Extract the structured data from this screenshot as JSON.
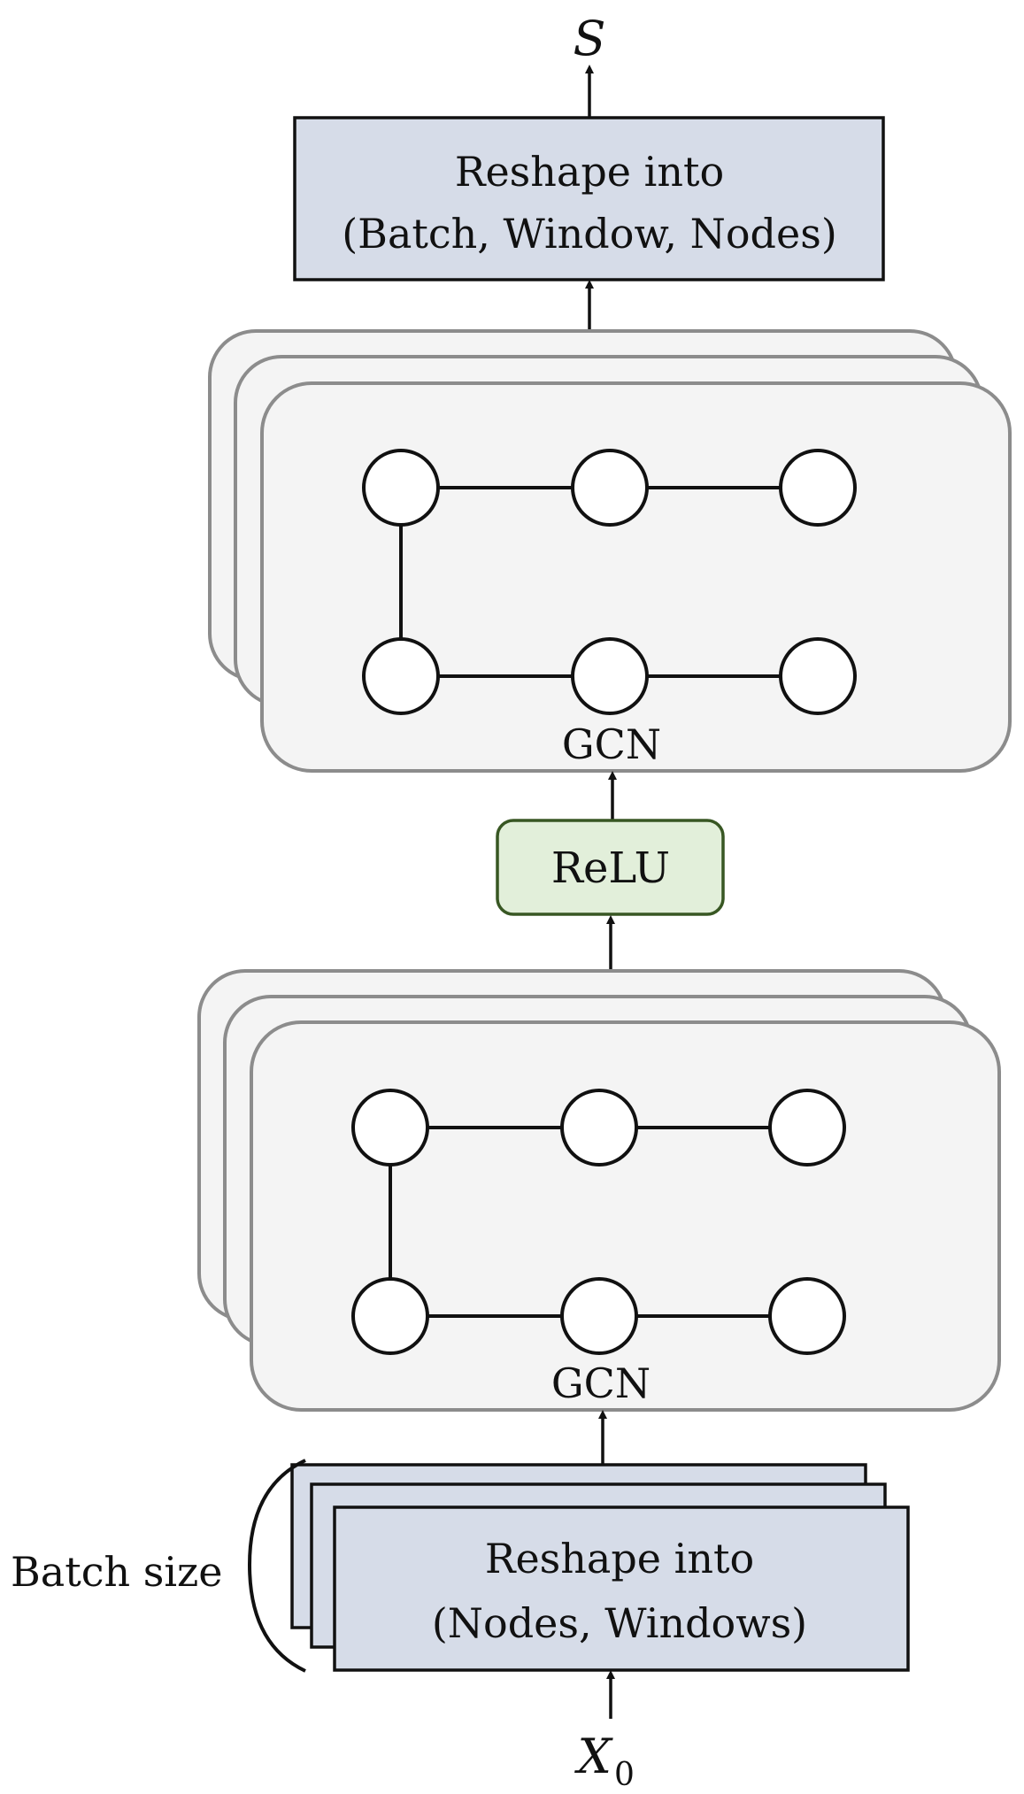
{
  "labels": {
    "output_symbol": "S",
    "input_symbol": "X",
    "input_subscript": "0",
    "batch_size": "Batch size"
  },
  "top_reshape": {
    "line1": "Reshape into",
    "line2": "(Batch, Window,  Nodes)"
  },
  "gcn_upper": {
    "label": "GCN"
  },
  "relu": {
    "label": "ReLU"
  },
  "gcn_lower": {
    "label": "GCN"
  },
  "bottom_reshape": {
    "line1": "Reshape into",
    "line2": "(Nodes,  Windows)"
  },
  "colors": {
    "reshape_fill": "#d6dce8",
    "gcn_fill": "#f4f4f4",
    "gcn_border": "#8c8c8c",
    "relu_fill": "#e2efda",
    "relu_border": "#385723",
    "stroke": "#111111"
  }
}
